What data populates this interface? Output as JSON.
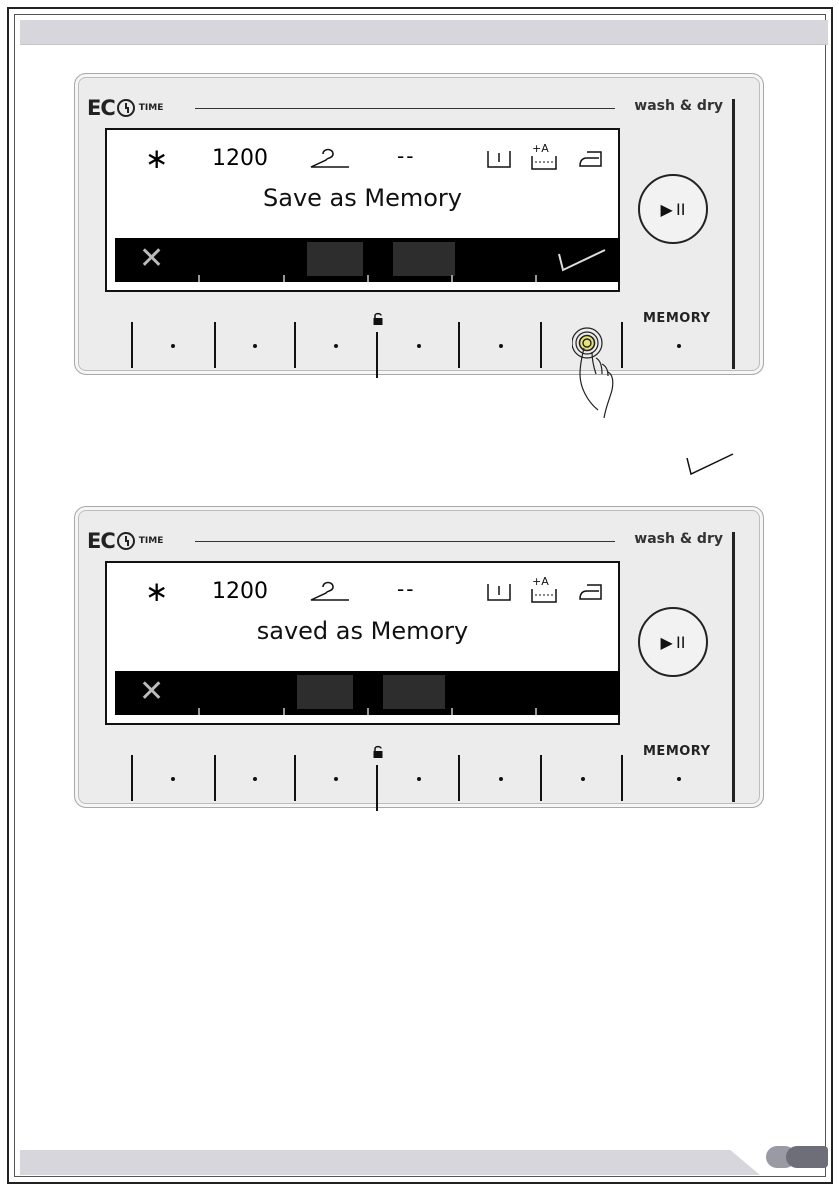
{
  "panels": [
    {
      "brand": {
        "eco": "EC",
        "time": "TIME",
        "label": "wash & dry"
      },
      "lcd": {
        "star": "∗",
        "rpm": "1200",
        "dashes": "--",
        "message": "Save as Memory",
        "x_mark": "✕",
        "show_check": true
      },
      "play_icon": "▶ II",
      "memory_label": "MEMORY",
      "show_press": true
    },
    {
      "brand": {
        "eco": "EC",
        "time": "TIME",
        "label": "wash & dry"
      },
      "lcd": {
        "star": "∗",
        "rpm": "1200",
        "dashes": "--",
        "message": "saved as Memory",
        "x_mark": "✕",
        "show_check": false
      },
      "play_icon": "▶ II",
      "memory_label": "MEMORY",
      "show_press": false
    }
  ]
}
